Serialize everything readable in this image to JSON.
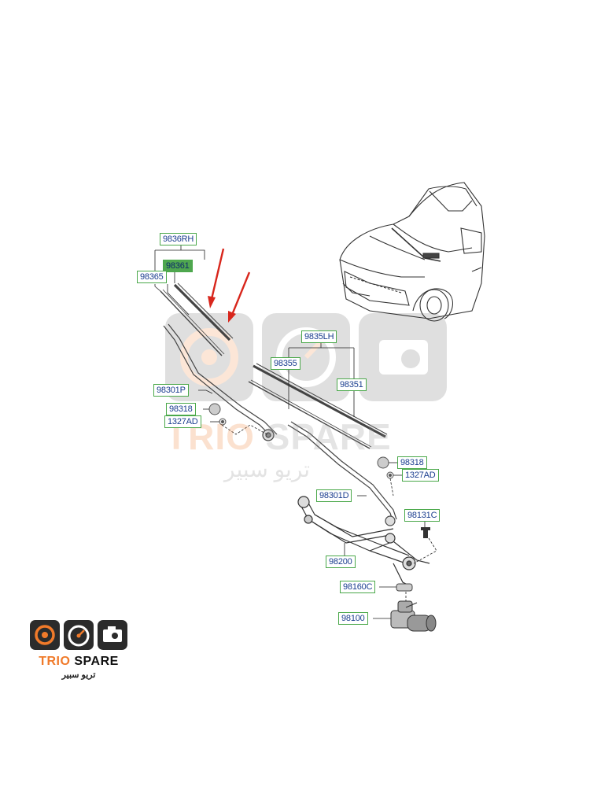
{
  "colors": {
    "label_text": "#1a3d8f",
    "label_border": "#4aa84a",
    "highlight_fill": "#4fa64f",
    "arrow": "#d8261c",
    "brand_orange": "#f07a2a",
    "logo_tile": "#2b2b2b"
  },
  "labels": {
    "l_9836rh": "9836RH",
    "l_98361": "98361",
    "l_98365": "98365",
    "l_9835lh": "9835LH",
    "l_98355": "98355",
    "l_98351": "98351",
    "l_98301p": "98301P",
    "l_98318_a": "98318",
    "l_1327ad_a": "1327AD",
    "l_98318_b": "98318",
    "l_1327ad_b": "1327AD",
    "l_98301d": "98301D",
    "l_98131c": "98131C",
    "l_98200": "98200",
    "l_98160c": "98160C",
    "l_98100": "98100"
  },
  "watermark": {
    "brand_part1": "TRIO",
    "brand_part2": " SPARE",
    "arabic": "تريو سبير"
  },
  "logo": {
    "brand_part1": "TRIO",
    "brand_part2": " SPARE",
    "arabic": "تريو سبير",
    "icons": [
      "speaker-icon",
      "speedometer-icon",
      "engine-icon"
    ]
  }
}
